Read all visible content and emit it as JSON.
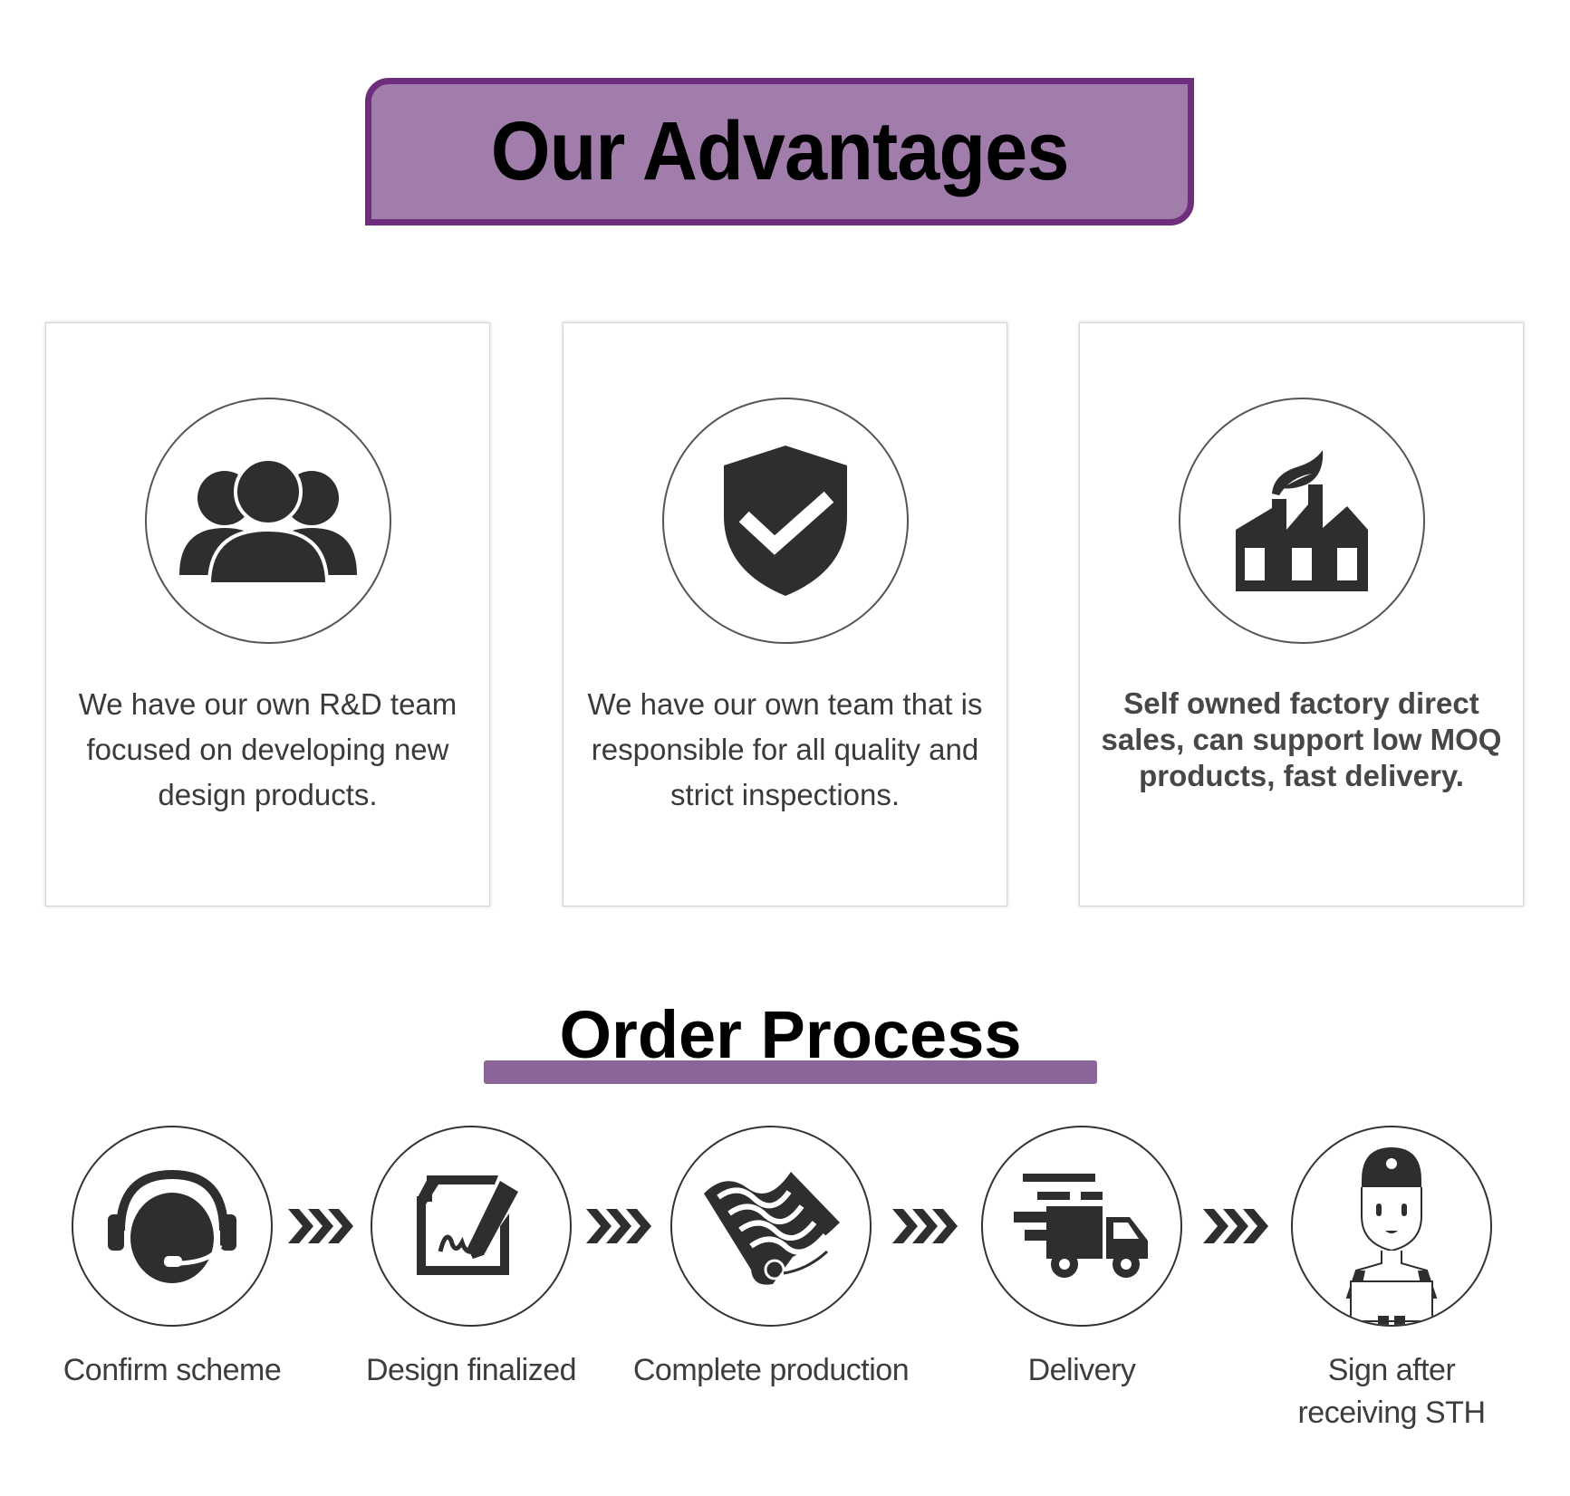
{
  "advantages": {
    "title": "Our Advantages",
    "cards": [
      {
        "icon": "team-icon",
        "lines": [
          "We have our own R&D team",
          "focused on developing new",
          "design products."
        ]
      },
      {
        "icon": "shield-check-icon",
        "lines": [
          "We have our own team that is",
          "responsible for all quality and",
          "strict inspections."
        ]
      },
      {
        "icon": "factory-icon",
        "lines": [
          "Self owned factory direct",
          "sales, can support low MOQ",
          "products, fast delivery."
        ]
      }
    ]
  },
  "order_process": {
    "title": "Order Process",
    "steps": [
      {
        "icon": "headset-icon",
        "lines": [
          "Confirm scheme"
        ]
      },
      {
        "icon": "document-sign-icon",
        "lines": [
          "Design finalized"
        ]
      },
      {
        "icon": "fabric-roll-icon",
        "lines": [
          "Complete production"
        ]
      },
      {
        "icon": "delivery-truck-icon",
        "lines": [
          "Delivery"
        ]
      },
      {
        "icon": "courier-person-icon",
        "lines": [
          "Sign after",
          "receiving STH"
        ]
      }
    ]
  },
  "colors": {
    "title_fill": "#a07dab",
    "title_border": "#6f2d7e",
    "accent_bar": "#8b6498",
    "icon": "#2e2e2e"
  }
}
